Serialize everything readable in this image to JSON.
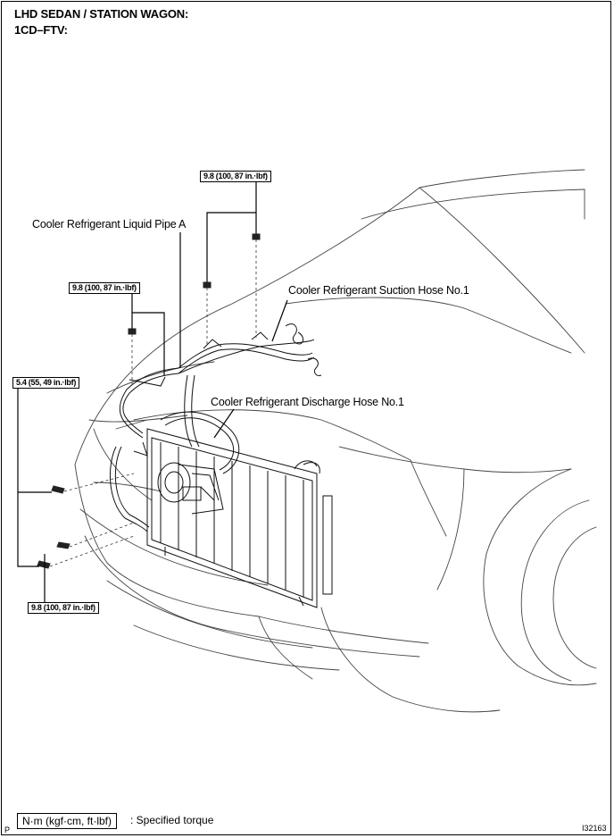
{
  "header": {
    "line1": "LHD SEDAN / STATION WAGON:",
    "line2": "1CD–FTV:"
  },
  "labels": {
    "liquid_pipe": "Cooler Refrigerant Liquid Pipe A",
    "suction_hose": "Cooler Refrigerant Suction Hose No.1",
    "discharge_hose": "Cooler Refrigerant Discharge Hose No.1"
  },
  "torques": {
    "top": "9.8 (100, 87 in.·lbf)",
    "mid_left": "9.8 (100, 87 in.·lbf)",
    "left": "5.4 (55, 49 in.·lbf)",
    "bottom": "9.8 (100, 87 in.·lbf)"
  },
  "legend": {
    "unit": "N·m (kgf·cm, ft·lbf)",
    "desc": ": Specified torque"
  },
  "corner": {
    "left": "P",
    "right": "I32163"
  }
}
